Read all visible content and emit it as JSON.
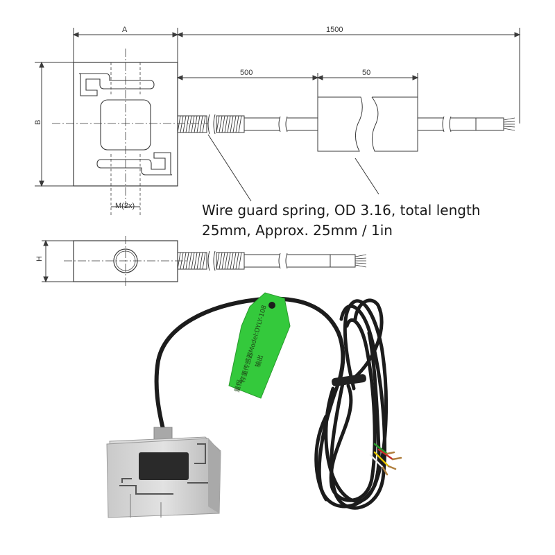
{
  "dimensions": {
    "width_label": "A",
    "height_label": "B",
    "cable_total_length": "1500",
    "spring_length": "500",
    "break_length": "50",
    "thread_label": "M(2x)",
    "thickness_label": "H"
  },
  "caption": {
    "line1": "Wire guard spring, OD 3.16, total length",
    "line2": "25mm, Approx. 25mm / 1in"
  },
  "tag": {
    "model_text": "称重传感器Model:DYLY-108",
    "range_text": "量程",
    "output_text": "输出"
  },
  "colors": {
    "line": "#3a3a3a",
    "tag_green": "#34c93c",
    "cable": "#1c1c1c",
    "metal": "#c9c9c9"
  }
}
